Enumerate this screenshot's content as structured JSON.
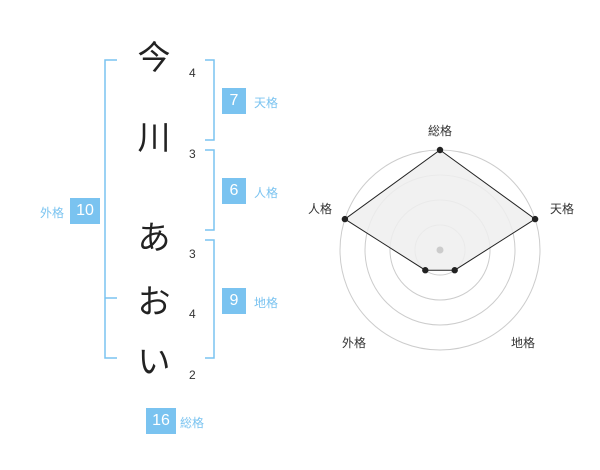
{
  "name_chars": [
    "今",
    "川",
    "あ",
    "お",
    "い"
  ],
  "stroke_counts": [
    "4",
    "3",
    "3",
    "4",
    "2"
  ],
  "kakaku": {
    "tenkaku": {
      "label": "天格",
      "value": "7"
    },
    "jinkaku": {
      "label": "人格",
      "value": "6"
    },
    "chikaku": {
      "label": "地格",
      "value": "9"
    },
    "gaikaku": {
      "label": "外格",
      "value": "10"
    },
    "soukaku": {
      "label": "総格",
      "value": "16"
    }
  },
  "chart_data": {
    "type": "radar",
    "axes": [
      "総格",
      "天格",
      "地格",
      "外格",
      "人格"
    ],
    "ring_count": 4,
    "values": [
      4,
      4,
      1,
      1,
      4
    ],
    "max": 4,
    "colors": {
      "fill": "#eeeeee",
      "stroke": "#222222",
      "ring": "#cccccc",
      "center": "#cccccc"
    }
  }
}
